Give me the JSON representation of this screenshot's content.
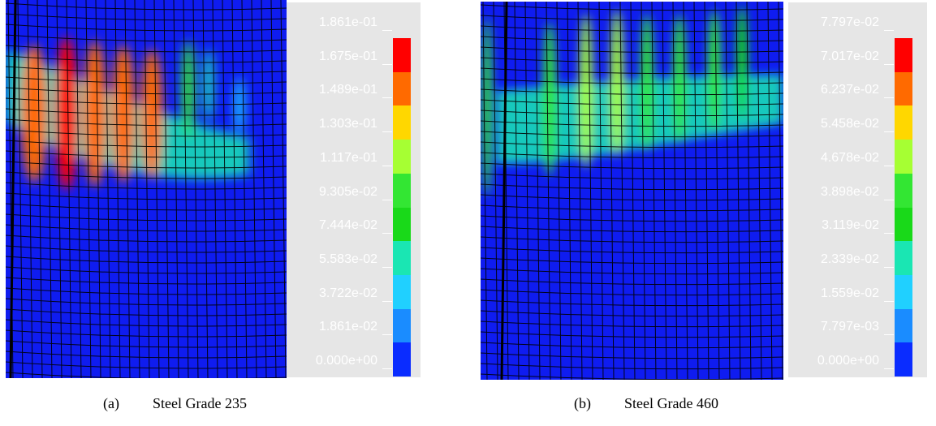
{
  "panels": [
    {
      "id": "a",
      "caption_letter": "(a)",
      "caption_text": "Steel Grade 235",
      "legend_labels": [
        "1.861e-01",
        "1.675e-01",
        "1.489e-01",
        "1.303e-01",
        "1.117e-01",
        "9.305e-02",
        "7.444e-02",
        "5.583e-02",
        "3.722e-02",
        "1.861e-02",
        "0.000e+00"
      ],
      "strip_values": [
        0.9,
        0.95,
        0.9,
        0.9,
        0.85,
        0.55,
        0.35,
        0.2
      ],
      "band_value": 0.3
    },
    {
      "id": "b",
      "caption_letter": "(b)",
      "caption_text": "Steel Grade 460",
      "legend_labels": [
        "7.797e-02",
        "7.017e-02",
        "6.237e-02",
        "5.458e-02",
        "4.678e-02",
        "3.898e-02",
        "3.119e-02",
        "2.339e-02",
        "1.559e-02",
        "7.797e-03",
        "0.000e+00"
      ],
      "strip_values": [
        0.55,
        0.6,
        0.65,
        0.62,
        0.6,
        0.6,
        0.55,
        0.5
      ],
      "band_value": 0.35
    }
  ],
  "colors": {
    "legend_scale": [
      "#ff0000",
      "#ff6a00",
      "#ffd700",
      "#a6ff33",
      "#33e633",
      "#19d919",
      "#1ae6b3",
      "#20d0ff",
      "#1a8cff",
      "#0a2cff"
    ],
    "mesh_background": "#0f1cf0",
    "mesh_lines": "#000000",
    "legend_background": "#e6e6e6"
  }
}
